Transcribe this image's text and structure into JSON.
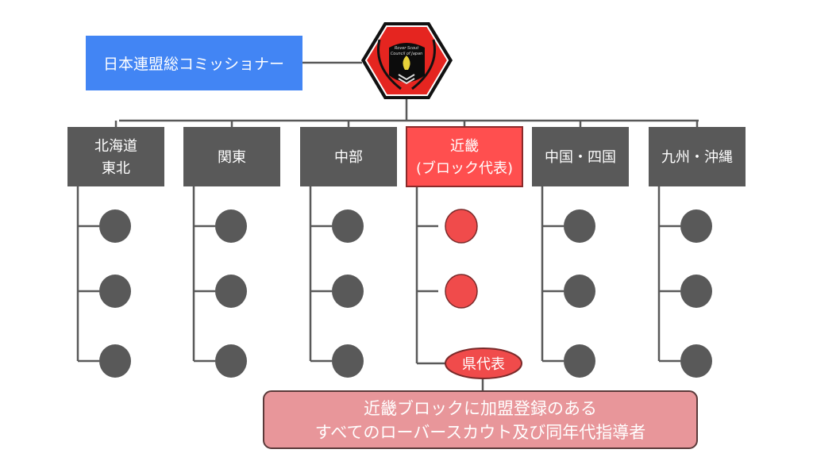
{
  "commissioner": {
    "label": "日本連盟総コミッショナー"
  },
  "logo": {
    "text_line1": "Rover Scout",
    "text_line2": "Council of Japan"
  },
  "blocks": [
    {
      "line1": "北海道",
      "line2": "東北",
      "highlight": false
    },
    {
      "line1": "関東",
      "line2": "",
      "highlight": false
    },
    {
      "line1": "中部",
      "line2": "",
      "highlight": false
    },
    {
      "line1": "近畿",
      "line2": "(ブロック代表)",
      "highlight": true
    },
    {
      "line1": "中国・四国",
      "line2": "",
      "highlight": false
    },
    {
      "line1": "九州・沖縄",
      "line2": "",
      "highlight": false
    }
  ],
  "prefecture_rep": {
    "label": "県代表"
  },
  "members_box": {
    "line1": "近畿ブロックに加盟登録のある",
    "line2": "すべてのローバースカウト及び同年代指導者"
  },
  "colors": {
    "blue": "#4285f4",
    "gray": "#595959",
    "red": "#ff4f4f",
    "pink": "#e8969a"
  }
}
